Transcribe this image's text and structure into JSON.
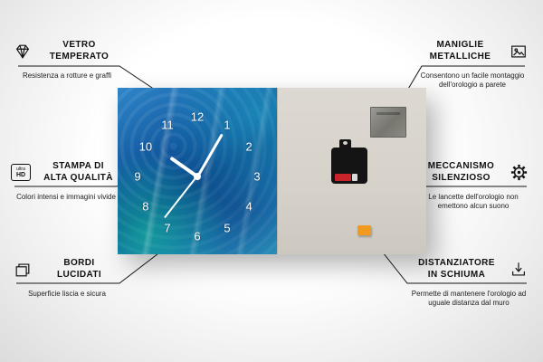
{
  "callouts": {
    "left": [
      {
        "title1": "VETRO",
        "title2": "TEMPERATO",
        "subtitle": "Resistenza a rotture e graffi"
      },
      {
        "title1": "STAMPA DI",
        "title2": "ALTA QUALITÀ",
        "subtitle": "Colori intensi e immagini vivide",
        "icon_top": "ultra",
        "icon_bottom": "HD"
      },
      {
        "title1": "BORDI",
        "title2": "LUCIDATI",
        "subtitle": "Superficie liscia e sicura"
      }
    ],
    "right": [
      {
        "title1": "MANIGLIE",
        "title2": "METALLICHE",
        "subtitle": "Consentono un facile montaggio dell'orologio a parete"
      },
      {
        "title1": "MECCANISMO",
        "title2": "SILENZIOSO",
        "subtitle": "Le lancette dell'orologio non emettono alcun suono"
      },
      {
        "title1": "DISTANZIATORE",
        "title2": "IN SCHIUMA",
        "subtitle": "Permette di mantenere l'orologio ad uguale distanza dal muro"
      }
    ]
  },
  "product": {
    "clock": {
      "numbers": [
        "12",
        "1",
        "2",
        "3",
        "4",
        "5",
        "6",
        "7",
        "8",
        "9",
        "10",
        "11"
      ]
    }
  },
  "colors": {
    "clock_blue": "#0a4f93",
    "foam_orange": "#f2991f",
    "battery_red": "#c8242a"
  }
}
